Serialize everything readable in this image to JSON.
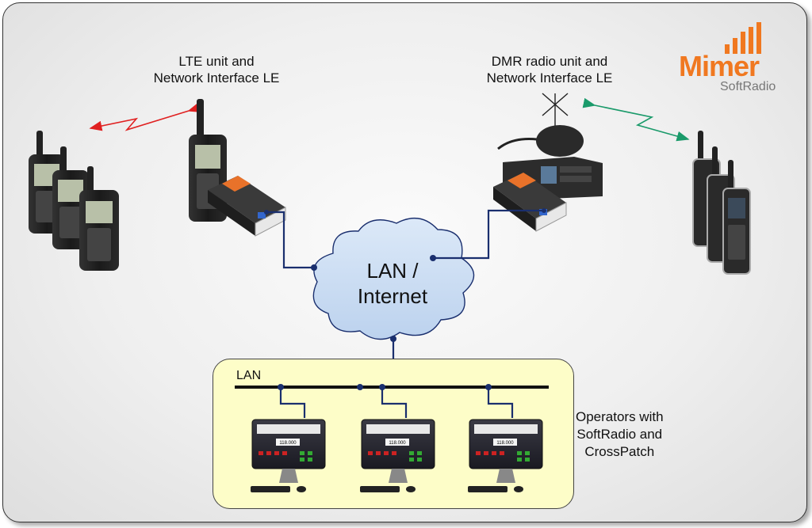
{
  "labels": {
    "lte_line1": "LTE unit and",
    "lte_line2": "Network Interface LE",
    "dmr_line1": "DMR radio unit and",
    "dmr_line2": "Network Interface LE",
    "cloud_line1": "LAN /",
    "cloud_line2": "Internet",
    "lan": "LAN",
    "ops_line1": "Operators with",
    "ops_line2": "SoftRadio and",
    "ops_line3": "CrossPatch"
  },
  "logo": {
    "name": "Mimer",
    "sub": "SoftRadio"
  },
  "screens": {
    "readout": "118.000"
  },
  "colors": {
    "lan_box": "#fdfdc8",
    "cloud": "#cfe0f5",
    "link": "#1a2f6e",
    "lte_link": "#e02020",
    "dmr_link": "#1a9a6a",
    "logo": "#f07820"
  }
}
